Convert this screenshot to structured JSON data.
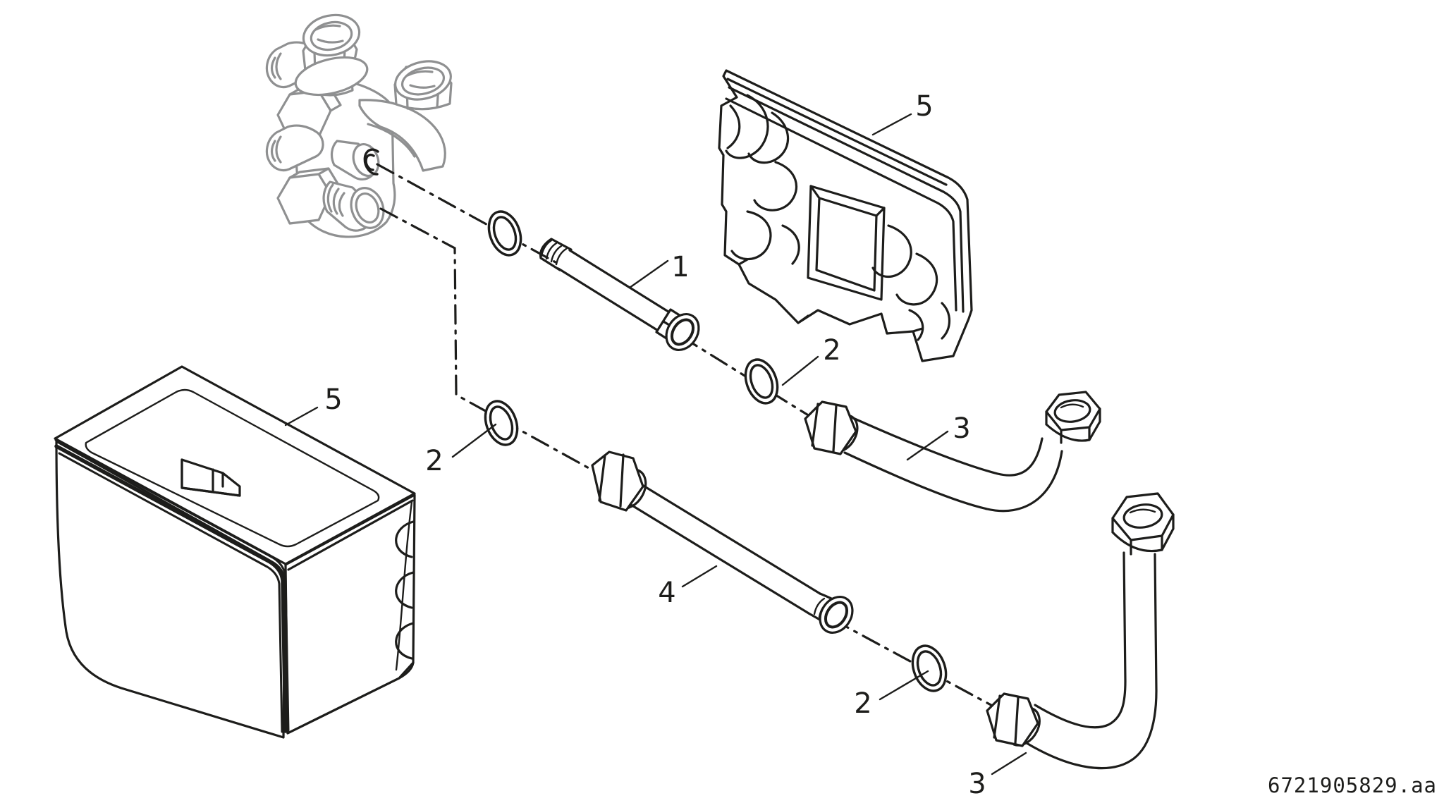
{
  "drawing": {
    "title": "exploded-parts-diagram",
    "part_number": "6721905829.aa",
    "colors": {
      "line": "#1d1d1b",
      "reference_gray": "#8f9091",
      "background": "#ffffff"
    },
    "callouts": [
      {
        "label": "1"
      },
      {
        "label": "2"
      },
      {
        "label": "2"
      },
      {
        "label": "2"
      },
      {
        "label": "3"
      },
      {
        "label": "3"
      },
      {
        "label": "4"
      },
      {
        "label": "5"
      },
      {
        "label": "5"
      }
    ]
  }
}
